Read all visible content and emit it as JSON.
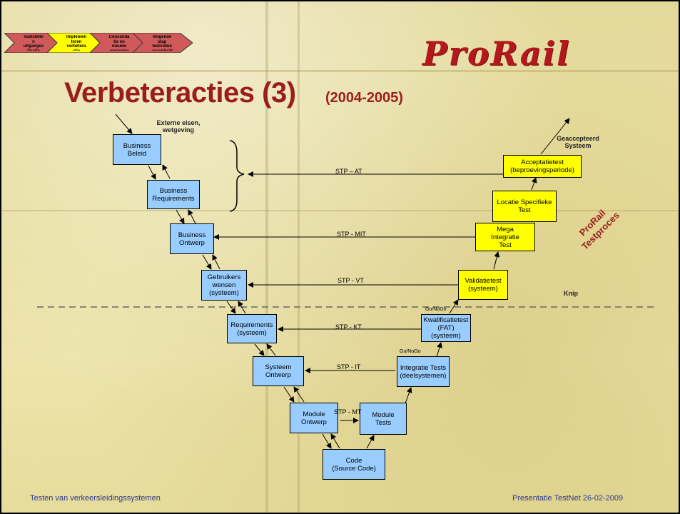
{
  "nav": [
    "Vaststelle\nn\nuitgangss\nituatie",
    "Implemen\nteren\nverbetera\nctie",
    "Consolida\ntie en\nnieuwe\nprojecten",
    "Volgende\nstap\ntestvolwa\nassenheid"
  ],
  "logo": "ProRail",
  "title": "Verbeteracties (3)",
  "subtitle": "(2004-2005)",
  "boxes": {
    "business_beleid": "Business\nBeleid",
    "business_requirements": "Business\nRequirements",
    "business_ontwerp": "Business\nOntwerp",
    "gebruikerswensen": "Gebruikers\nwensen\n(systeem)",
    "requirements_systeem": "Requirements\n(systeem)",
    "systeem_ontwerp": "Systeem\nOntwerp",
    "module_ontwerp": "Module\nOntwerp",
    "code": "Code\n(Source Code)",
    "module_tests": "Module\nTests",
    "integratie_tests": "Integratie Tests\n(deelsystemen)",
    "kwalificatietest": "Kwalificatietest\n(FAT)\n(systeem)",
    "validatietest": "Validatietest\n(systeem)",
    "mega_integratie_test": "Mega\nIntegratie\nTest",
    "locatie_specifieke_test": "Locatie Specifieke\nTest",
    "acceptatietest": "Acceptatietest\n(beproevingsperiode)"
  },
  "stp": {
    "at": "STP – AT",
    "mit": "STP - MIT",
    "vt": "STP - VT",
    "kt": "STP - KT",
    "it": "STP - IT",
    "mt": "STP - MT"
  },
  "notes": {
    "externe_eisen": "Externe eisen,\nwetgeving",
    "geaccepteerd": "Geaccepteerd\nSysteem",
    "knip": "Knip",
    "gonogo": "Go/NoGo"
  },
  "stamp": "ProRail\nTestproces",
  "footer": {
    "left": "Testen van verkeersleidingssystemen",
    "right": "Presentatie TestNet 26-02-2009"
  }
}
